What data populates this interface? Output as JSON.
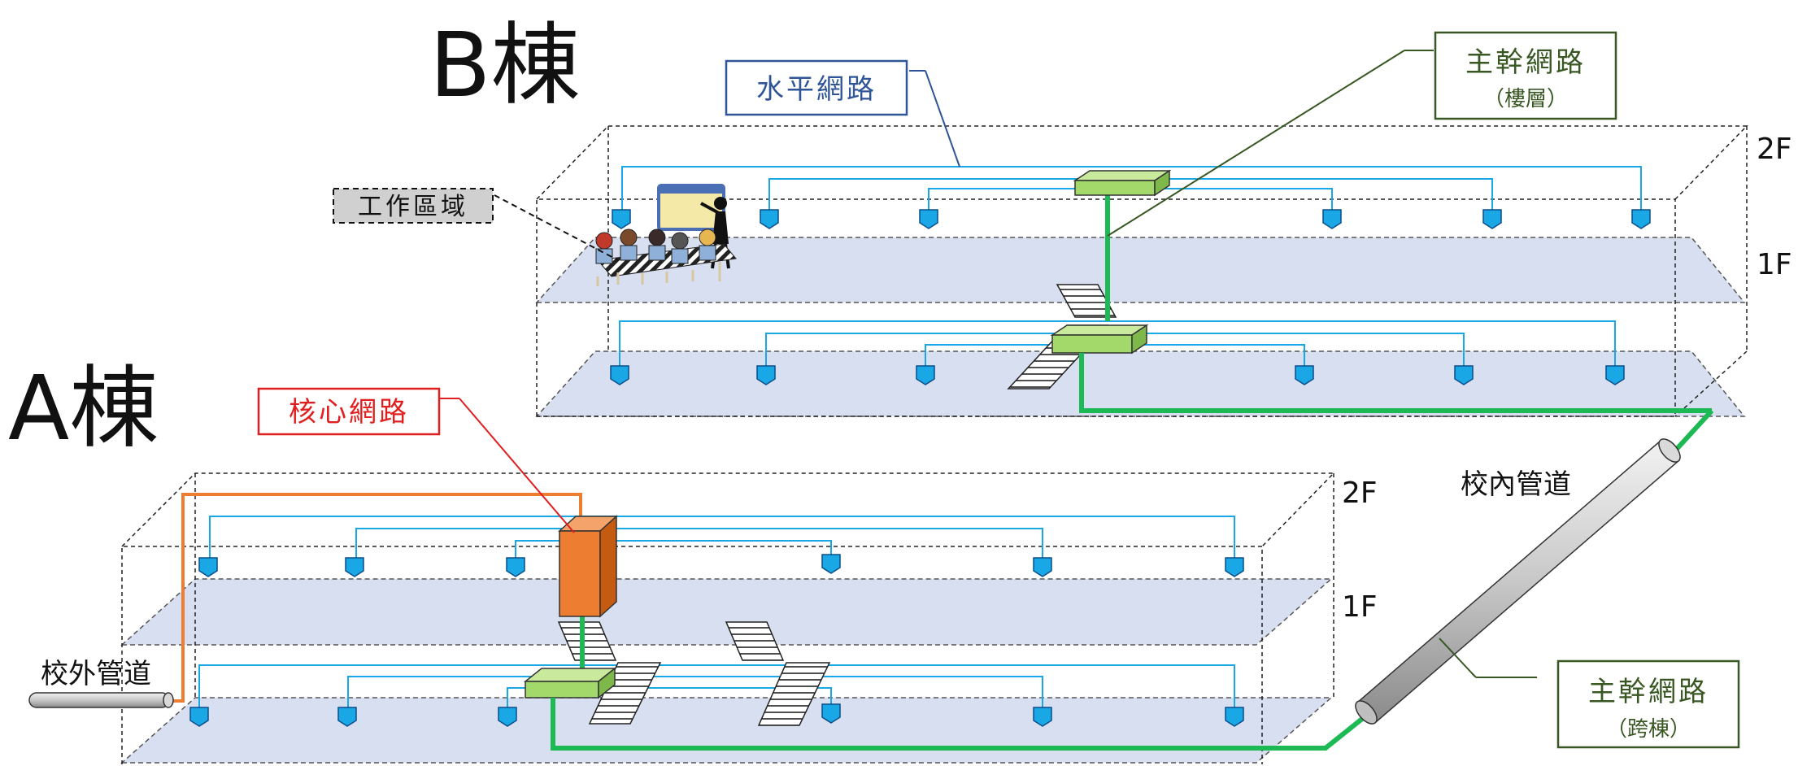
{
  "buildings": {
    "b": {
      "title": "B棟",
      "floor_upper": "2F",
      "floor_lower": "1F"
    },
    "a": {
      "title": "A棟",
      "floor_upper": "2F",
      "floor_lower": "1F"
    }
  },
  "labels": {
    "horizontal": "水平網路",
    "backbone_floor": {
      "title": "主幹網路",
      "sub": "（樓層）"
    },
    "backbone_bldg": {
      "title": "主幹網路",
      "sub": "（跨棟）"
    },
    "core": "核心網路",
    "work_area": "工作區域",
    "campus_conduit": "校內管道",
    "external_conduit": "校外管道"
  },
  "colors": {
    "horizontal_label": "#2f5597",
    "backbone_label": "#385723",
    "core_label": "#e02020",
    "switch": "#a3d86b",
    "core_box": "#ed7d31",
    "backbone_line": "#1db954",
    "outlet": "#1aa7e6",
    "floor_plane": "#d7dff0"
  }
}
